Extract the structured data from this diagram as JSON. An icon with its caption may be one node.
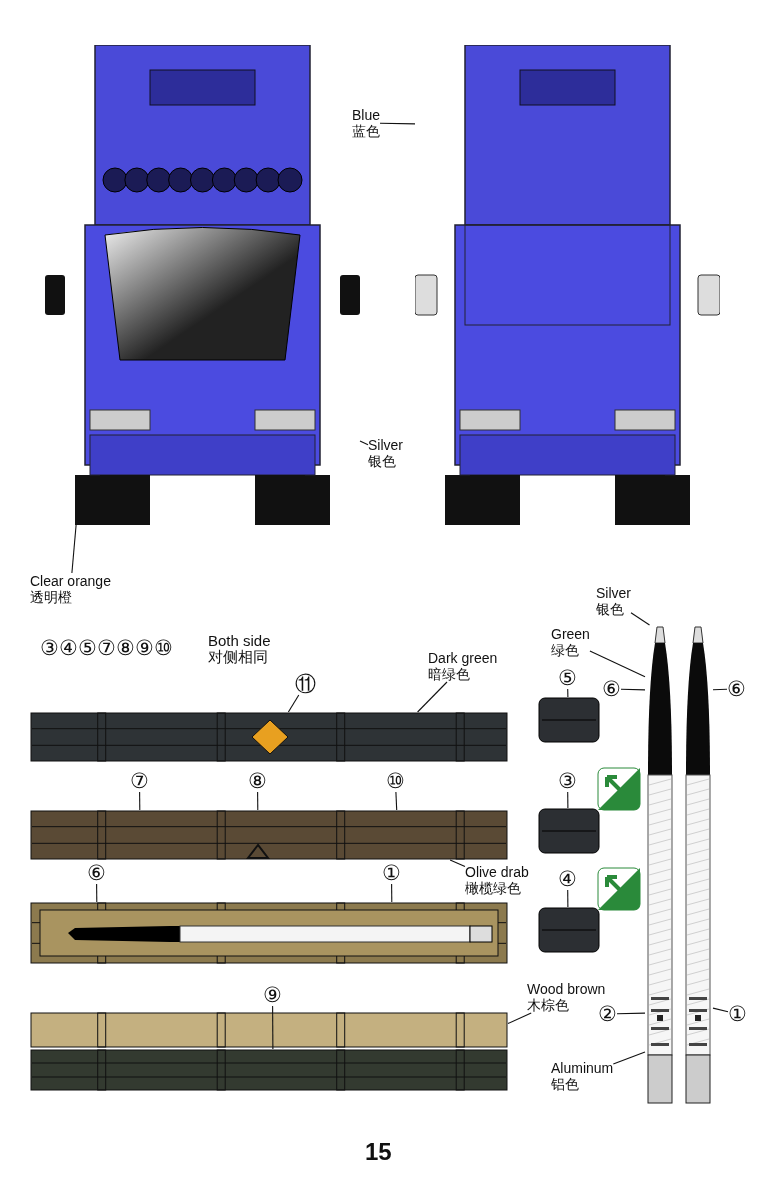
{
  "diagram": {
    "nodes": [
      {
        "text": [],
        "shape": "picture"
      },
      {
        "text": [],
        "shape": "picture"
      },
      {
        "text": [
          "Blue",
          "蓝色"
        ]
      },
      {
        "text": [
          "Silver",
          "银色"
        ]
      },
      {
        "text": [
          "Clear orange",
          "透明橙"
        ]
      },
      {
        "text": [],
        "shape": "picture"
      },
      {
        "text": [],
        "shape": "picture"
      },
      {
        "text": [],
        "shape": "picture"
      },
      {
        "text": [],
        "shape": "picture"
      },
      {
        "text": [],
        "shape": "picture"
      },
      {
        "text": [],
        "shape": "picture"
      },
      {
        "text": [],
        "shape": "picture"
      },
      {
        "text": [],
        "shape": "picture"
      },
      {
        "text": [],
        "shape": "picture"
      },
      {
        "text": [],
        "shape": "picture"
      },
      {
        "text": [
          "Dark green",
          "暗绿色"
        ]
      },
      {
        "text": [
          "Olive drab",
          "橄榄绿色"
        ]
      },
      {
        "text": [
          "Wood brown",
          "木棕色"
        ]
      },
      {
        "text": [
          "Silver",
          "银色"
        ]
      },
      {
        "text": [
          "Green",
          "绿色"
        ]
      },
      {
        "text": [
          "Aluminum",
          "铝色"
        ]
      },
      {
        "text": [
          "⑪"
        ]
      },
      {
        "text": [
          "⑦"
        ]
      },
      {
        "text": [
          "⑧"
        ]
      },
      {
        "text": [
          "⑩"
        ]
      },
      {
        "text": [
          "⑥"
        ]
      },
      {
        "text": [
          "①"
        ]
      },
      {
        "text": [
          "⑨"
        ]
      },
      {
        "text": [
          "⑤"
        ]
      },
      {
        "text": [
          "③"
        ]
      },
      {
        "text": [
          "④"
        ]
      },
      {
        "text": [
          "⑥"
        ]
      },
      {
        "text": [
          "⑥"
        ]
      },
      {
        "text": [
          "②"
        ]
      },
      {
        "text": [
          "①"
        ]
      }
    ],
    "edges": [
      {
        "from": 2,
        "to": 1,
        "arrow": "none"
      },
      {
        "from": 3,
        "to": 0,
        "arrow": "none"
      },
      {
        "from": 4,
        "to": 0,
        "arrow": "none"
      },
      {
        "from": 15,
        "to": 5,
        "arrow": "none"
      },
      {
        "from": 16,
        "to": 6,
        "arrow": "none"
      },
      {
        "from": 17,
        "to": 8,
        "arrow": "none"
      },
      {
        "from": 18,
        "to": 13,
        "arrow": "none"
      },
      {
        "from": 19,
        "to": 13,
        "arrow": "none"
      },
      {
        "from": 20,
        "to": 13,
        "arrow": "none"
      },
      {
        "from": 21,
        "to": 5,
        "arrow": "none"
      },
      {
        "from": 22,
        "to": 6,
        "arrow": "none"
      },
      {
        "from": 23,
        "to": 6,
        "arrow": "none"
      },
      {
        "from": 24,
        "to": 6,
        "arrow": "none"
      },
      {
        "from": 25,
        "to": 7,
        "arrow": "none"
      },
      {
        "from": 26,
        "to": 7,
        "arrow": "none"
      },
      {
        "from": 27,
        "to": 9,
        "arrow": "none"
      },
      {
        "from": 28,
        "to": 10,
        "arrow": "none"
      },
      {
        "from": 29,
        "to": 11,
        "arrow": "none"
      },
      {
        "from": 30,
        "to": 12,
        "arrow": "none"
      },
      {
        "from": 31,
        "to": 13,
        "arrow": "none"
      },
      {
        "from": 32,
        "to": 14,
        "arrow": "none"
      },
      {
        "from": 33,
        "to": 13,
        "arrow": "none"
      },
      {
        "from": 34,
        "to": 14,
        "arrow": "none"
      }
    ],
    "labels": [
      "③④⑤⑦⑧⑨⑩",
      "Both side",
      "对侧相同",
      "15"
    ]
  }
}
